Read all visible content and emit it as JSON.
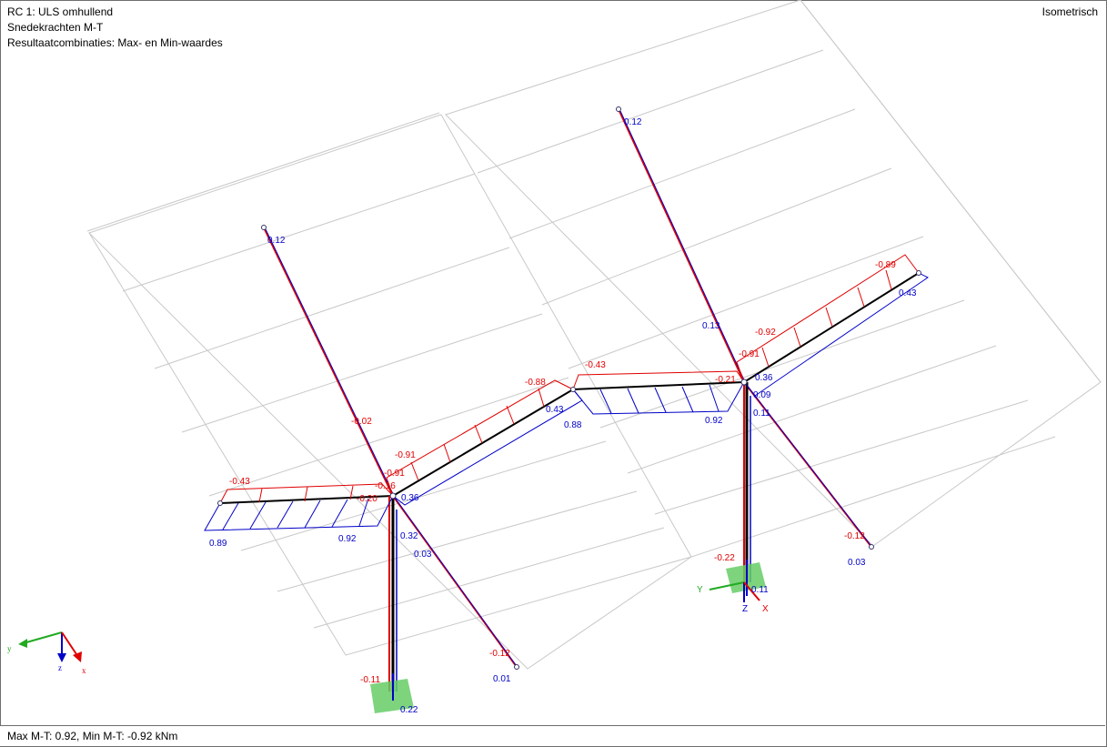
{
  "header": {
    "line1": "RC 1: ULS omhullend",
    "line2": "Snedekrachten M-T",
    "line3": "Resultaatcombinaties: Max- en Min-waardes",
    "view": "Isometrisch"
  },
  "footer": {
    "summary": "Max M-T: 0.92, Min M-T: -0.92 kNm"
  },
  "colors": {
    "max": "#0000c8",
    "min": "#e00000",
    "mesh": "#c8c8c8",
    "member": "#000000",
    "support": "#66cc66"
  },
  "axes": {
    "x": "X",
    "y": "Y",
    "z": "Z",
    "small_x": "x",
    "small_y": "y",
    "small_z": "z"
  },
  "labels": {
    "l_neg043_left": "-0.43",
    "l_089_left": "0.89",
    "l_092_left": "0.92",
    "l_012_left_top": "0.12",
    "l_neg002": "-0.02",
    "l_neg091_a": "-0.91",
    "l_neg091_b": "-0.91",
    "l_neg016": "-0.16",
    "l_neg020": "-0.20",
    "l_036_left": "0.36",
    "l_032": "0.32",
    "l_003_left": "0.03",
    "l_neg012_left_bot": "-0.12",
    "l_001": "0.01",
    "l_neg011_left": "-0.11",
    "l_022_left": "0.22",
    "l_neg088": "-0.88",
    "l_043_mid": "0.43",
    "l_088_mid": "0.88",
    "l_neg043_mid": "-0.43",
    "l_092_mid": "0.92",
    "l_012_right_top": "0.12",
    "l_013": "0.13",
    "l_neg092": "-0.92",
    "l_neg091_right": "-0.91",
    "l_neg021": "-0.21",
    "l_036_right": "0.36",
    "l_009": "0.09",
    "l_011_right_mid": "0.11",
    "l_neg089_right": "-0.89",
    "l_043_right": "0.43",
    "l_neg012_right_bot": "-0.12",
    "l_003_right": "0.03",
    "l_neg022_right": "-0.22",
    "l_011_right_bot": "0.11"
  }
}
